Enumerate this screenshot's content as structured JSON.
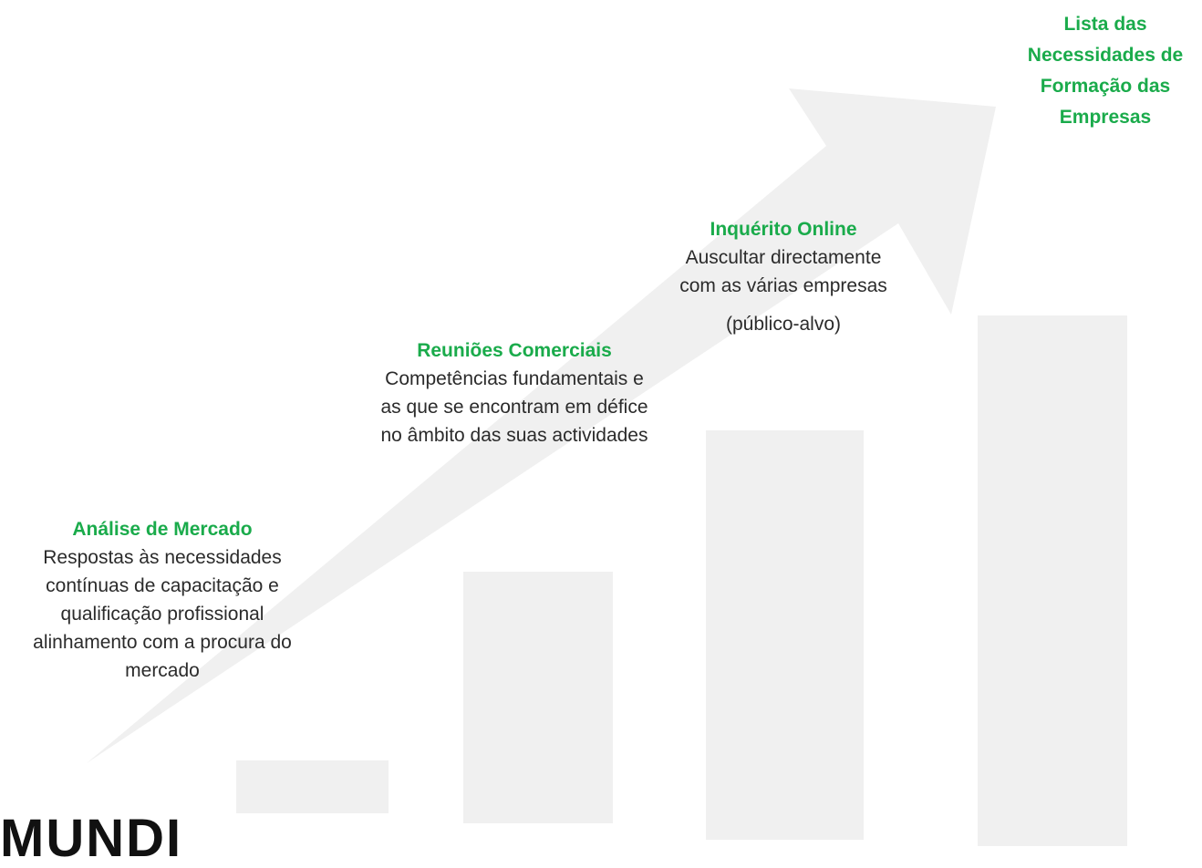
{
  "colors": {
    "accent": "#1aab4b",
    "shape": "#f0f0f0",
    "text": "#2b2b2b"
  },
  "steps": [
    {
      "title": "Análise de Mercado",
      "description": "Respostas às necessidades contínuas de capacitação e qualificação profissional alinhamento com a procura do mercado"
    },
    {
      "title": "Reuniões Comerciais",
      "description": "Competências fundamentais e as que se encontram em défice no âmbito das suas actividades"
    },
    {
      "title": "Inquérito Online",
      "description": "Auscultar directamente com as várias empresas",
      "extra": "(público-alvo)"
    }
  ],
  "final": {
    "title": "Lista das Necessidades de Formação das Empresas"
  },
  "logo": {
    "text": "MUNDI"
  }
}
